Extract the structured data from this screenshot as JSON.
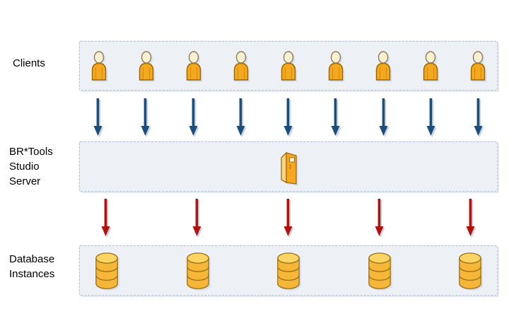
{
  "labels": {
    "clients": "Clients",
    "server_lines": [
      "BR*Tools",
      "Studio",
      "Server"
    ],
    "db_lines": [
      "Database",
      "Instances"
    ]
  },
  "diagram": {
    "clients": {
      "count": 9,
      "icon": "person-icon"
    },
    "client_to_server_arrows": {
      "count": 9,
      "direction": "down",
      "color": "#1d4e7a"
    },
    "server": {
      "count": 1,
      "icon": "server-tower-icon"
    },
    "server_to_db_arrows": {
      "count": 5,
      "direction": "down",
      "color": "#b1120e"
    },
    "databases": {
      "count": 5,
      "icon": "database-icon"
    }
  },
  "colors": {
    "page_background": "#ffffff",
    "box_background": "#edf0f5",
    "box_border": "#b7c2d6",
    "arrow_blue": "#1d4e7a",
    "arrow_red": "#b1120e",
    "arrow_shadow": "#c9d3e6",
    "icon_gold": "#f6b637",
    "icon_gold_light": "#fbd463",
    "person_orange": "#f4a81d",
    "person_head": "#faf0d2",
    "outline_brown": "#9a7218",
    "server_front": "#f6a71f",
    "server_side": "#fbd38c"
  }
}
